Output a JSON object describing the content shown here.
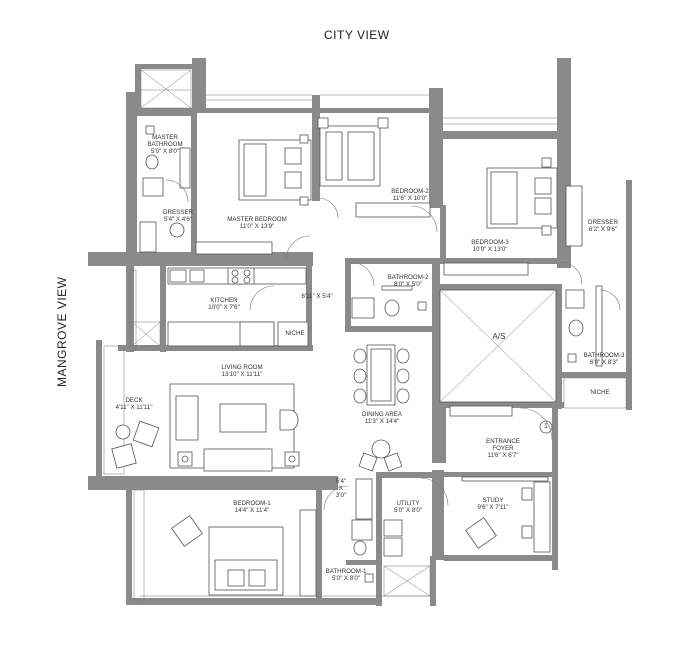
{
  "views": {
    "top": "CITY VIEW",
    "left": "MANGROVE VIEW"
  },
  "rooms": {
    "master_bathroom": {
      "name": "MASTER BATHROOM",
      "dim": "5'0\" X 8'0\""
    },
    "dresser_1": {
      "name": "DRESSER",
      "dim": "5'4\" X 4'6\""
    },
    "master_bedroom": {
      "name": "MASTER BEDROOM",
      "dim": "11'0\" X 13'9\""
    },
    "bedroom_2": {
      "name": "BEDROOM-2",
      "dim": "11'6\" X 10'0\""
    },
    "bedroom_3": {
      "name": "BEDROOM-3",
      "dim": "10'9\" X 13'0\""
    },
    "dresser_2": {
      "name": "DRESSER",
      "dim": "6'2\" X 9'6\""
    },
    "kitchen": {
      "name": "KITCHEN",
      "dim": "10'0\" X 7'6\""
    },
    "passage": {
      "dim": "6'11\" X 5'4\""
    },
    "niche_kitchen": {
      "name": "NICHE"
    },
    "bathroom_2": {
      "name": "BATHROOM-2",
      "dim": "8'0\" X 5'0\""
    },
    "avs": {
      "name": "A/S"
    },
    "bathroom_3": {
      "name": "BATHROOM-3",
      "dim": "6'0\" X 8'3\""
    },
    "niche_entrance": {
      "name": "NICHE"
    },
    "living_room": {
      "name": "LIVING ROOM",
      "dim": "13'10\" X 11'11\""
    },
    "dining_area": {
      "name": "DINING AREA",
      "dim": "11'3\" X 14'4\""
    },
    "deck": {
      "name": "DECK",
      "dim": "4'11\" X 11'11\""
    },
    "entrance_foyer": {
      "name": "ENTRANCE FOYER",
      "dim": "11'6\" X 6'7\""
    },
    "bedroom_1": {
      "name": "BEDROOM-1",
      "dim": "14'4\" X 11'4\""
    },
    "small_passage": {
      "l1": "5'4\"",
      "l2": "X",
      "l3": "3'0\""
    },
    "utility": {
      "name": "UTILITY",
      "dim": "5'0\" X 8'0\""
    },
    "study": {
      "name": "STUDY",
      "dim": "9'6\" X 7'11\""
    },
    "bathroom_1": {
      "name": "BATHROOM-1",
      "dim": "5'0\" X 8'0\""
    }
  },
  "entrance_marker": "1",
  "colors": {
    "wall": "#8a8a8a",
    "line": "#555555",
    "furniture": "#666666"
  }
}
